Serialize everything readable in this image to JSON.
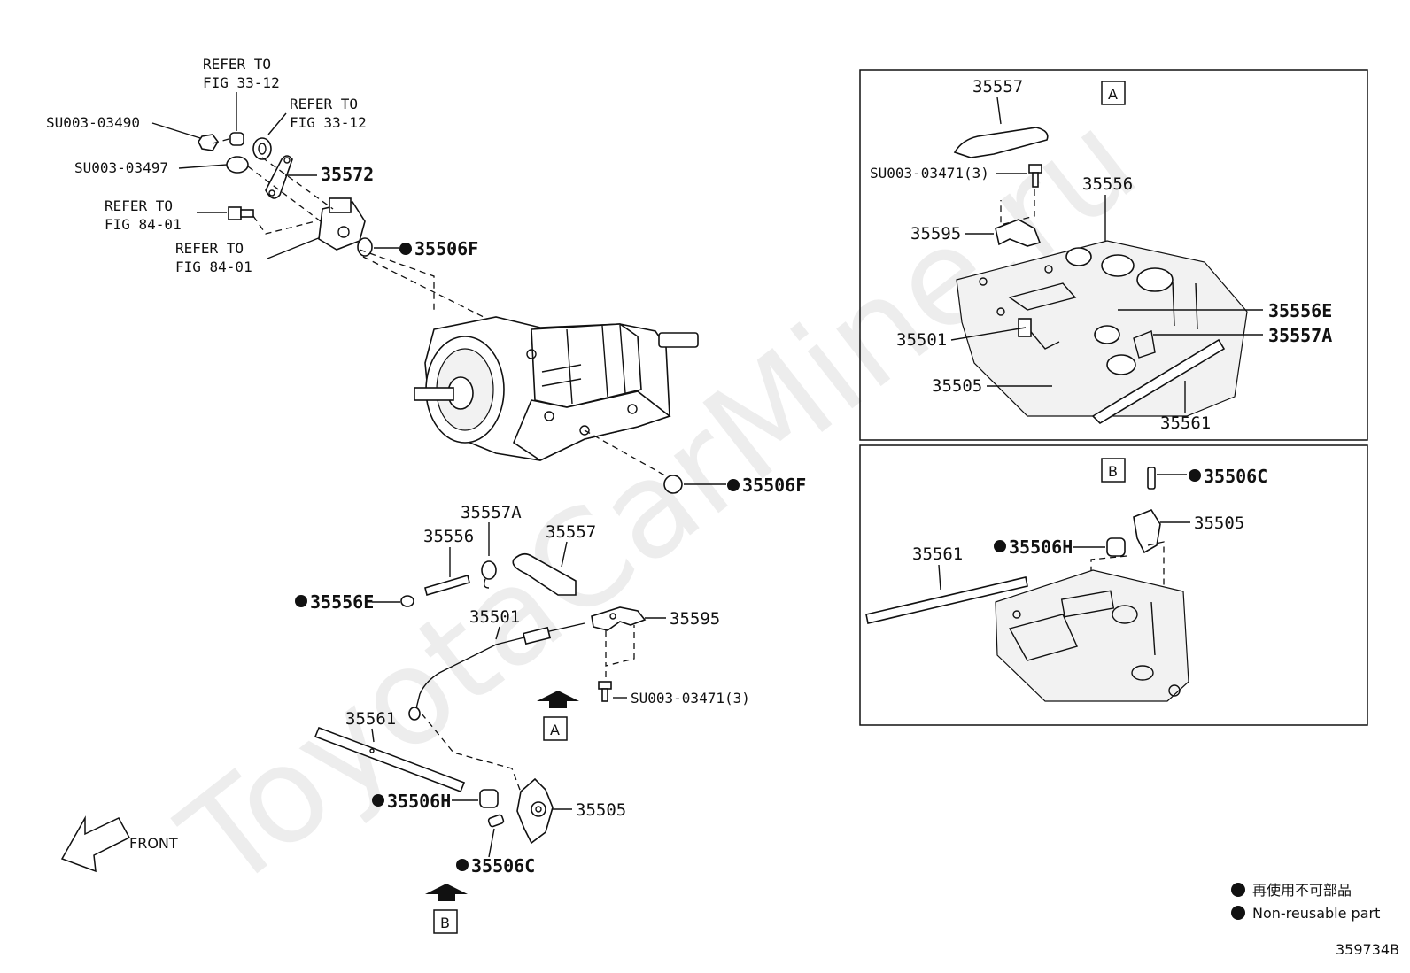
{
  "watermark": "ToyotaCarMine.ru",
  "main_view": {
    "refer_fig_33_12_a": [
      "REFER TO",
      "FIG 33-12"
    ],
    "refer_fig_33_12_b": [
      "REFER TO",
      "FIG 33-12"
    ],
    "refer_fig_84_01_a": [
      "REFER TO",
      "FIG 84-01"
    ],
    "refer_fig_84_01_b": [
      "REFER TO",
      "FIG 84-01"
    ],
    "part_su003_03490": "SU003-03490",
    "part_su003_03497": "SU003-03497",
    "part_35572": "35572",
    "part_35506f_top": "35506F",
    "part_35506f_bottom": "35506F",
    "part_35557a": "35557A",
    "part_35556": "35556",
    "part_35557": "35557",
    "part_35556e": "35556E",
    "part_35501": "35501",
    "part_35595": "35595",
    "part_su003_03471": "SU003-03471(3)",
    "part_35561": "35561",
    "part_35506h": "35506H",
    "part_35505": "35505",
    "part_35506c": "35506C",
    "view_a_marker": "A",
    "view_b_marker": "B",
    "front_label": "FRONT"
  },
  "inset_a": {
    "tag": "A",
    "part_35557": "35557",
    "part_su003_03471": "SU003-03471(3)",
    "part_35556": "35556",
    "part_35595": "35595",
    "part_35556e": "35556E",
    "part_35501": "35501",
    "part_35557a": "35557A",
    "part_35505": "35505",
    "part_35561": "35561"
  },
  "inset_b": {
    "tag": "B",
    "part_35506c": "35506C",
    "part_35505": "35505",
    "part_35506h": "35506H",
    "part_35561": "35561"
  },
  "legend": {
    "japanese": "再使用不可部品",
    "english": "Non-reusable part"
  },
  "figure_id": "359734B"
}
